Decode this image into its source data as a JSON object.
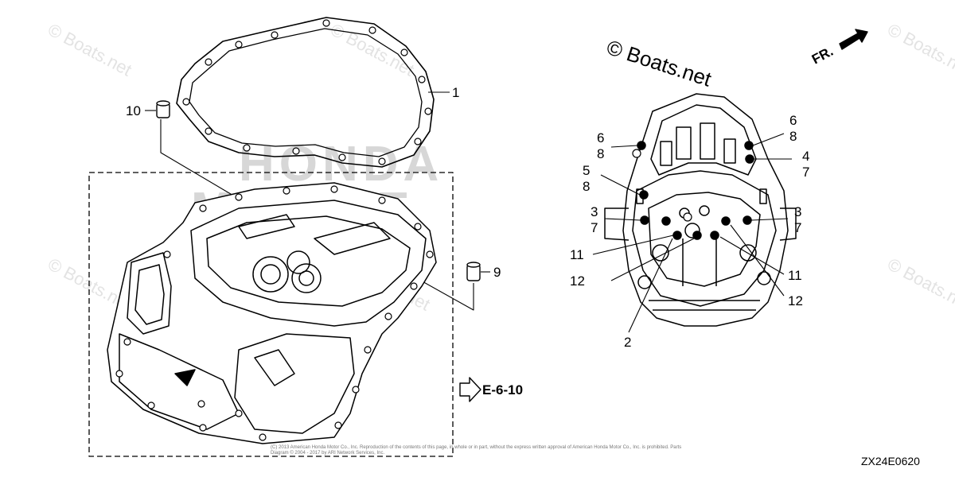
{
  "watermark": {
    "text": "© Boats.net",
    "brand_line1": "HONDA",
    "brand_line2": "MARINE"
  },
  "brand_main": "© Boats.net",
  "front_marker": "FR.",
  "reference": "E-6-10",
  "diagram_code": "ZX24E0620",
  "copyright": "(C) 2013 American Honda Motor Co., Inc. Reproduction of the contents of this page, in whole or in part, without the express written approval of American Honda Motor Co., Inc. is prohibited. Parts Diagram © 2004 - 2017 by ARI Network Services, Inc.",
  "callouts": {
    "c1": "1",
    "c2": "2",
    "c10": "10",
    "c9": "9",
    "r6a": "6",
    "r8a": "8",
    "r6b": "6",
    "r8b": "8",
    "r4": "4",
    "r7a": "7",
    "r5": "5",
    "r8c": "8",
    "r3a": "3",
    "r7b": "7",
    "r3b": "3",
    "r7c": "7",
    "r11a": "11",
    "r12a": "12",
    "r11b": "11",
    "r12b": "12"
  }
}
